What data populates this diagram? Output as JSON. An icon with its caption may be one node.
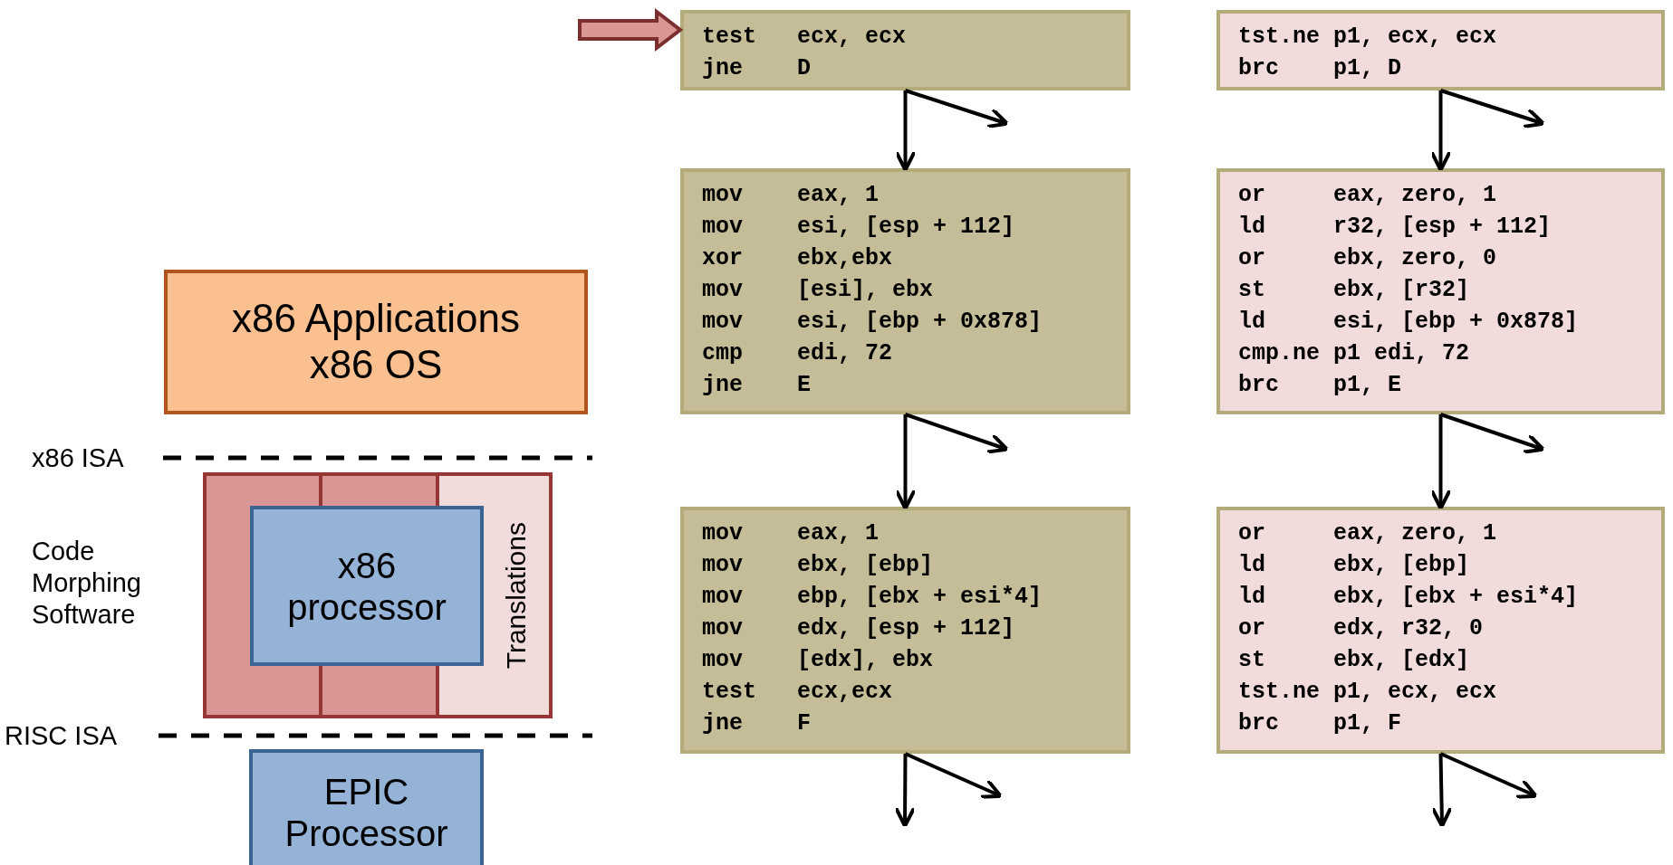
{
  "diagram": {
    "nodes": [
      {
        "text": [
          "x86 Applications",
          "x86 OS"
        ]
      },
      {
        "text": [],
        "shape": "box"
      },
      {
        "text": [
          "Translations"
        ],
        "in": 1
      },
      {
        "text": [
          "x86 processor"
        ],
        "in": 1
      },
      {
        "text": [
          "EPIC Processor"
        ]
      },
      {
        "text": [
          "test   ecx, ecx",
          "jne    D"
        ]
      },
      {
        "text": [
          "mov    eax, 1",
          "mov    esi, [esp + 112]",
          "xor    ebx,ebx",
          "mov    [esi], ebx",
          "mov    esi, [ebp + 0x878]",
          "cmp    edi, 72",
          "jne    E"
        ]
      },
      {
        "text": [
          "mov    eax, 1",
          "mov    ebx, [ebp]",
          "mov    ebp, [ebx + esi*4]",
          "mov    edx, [esp + 112]",
          "mov    [edx], ebx",
          "test   ecx,ecx",
          "jne    F"
        ]
      },
      {
        "text": [
          "tst.ne p1, ecx, ecx",
          "brc    p1, D"
        ]
      },
      {
        "text": [
          "or     eax, zero, 1",
          "ld     r32, [esp + 112]",
          "or     ebx, zero, 0",
          "st     ebx, [r32]",
          "ld     esi, [ebp + 0x878]",
          "cmp.ne p1 edi, 72",
          "brc    p1, E"
        ]
      },
      {
        "text": [
          "or     eax, zero, 1",
          "ld     ebx, [ebp]",
          "ld     ebx, [ebx + esi*4]",
          "or     edx, r32, 0",
          "st     ebx, [edx]",
          "tst.ne p1, ecx, ecx",
          "brc    p1, F"
        ]
      }
    ],
    "edges": [
      {
        "from": null,
        "to": 5,
        "arrow": "to",
        "style": "thick",
        "color": "#d99694"
      },
      {
        "from": 5,
        "to": 6,
        "arrow": "to"
      },
      {
        "from": 5,
        "to": null,
        "arrow": "to"
      },
      {
        "from": 6,
        "to": 7,
        "arrow": "to"
      },
      {
        "from": 6,
        "to": null,
        "arrow": "to"
      },
      {
        "from": 7,
        "to": null,
        "arrow": "to"
      },
      {
        "from": 7,
        "to": null,
        "arrow": "to"
      },
      {
        "from": 8,
        "to": 9,
        "arrow": "to"
      },
      {
        "from": 8,
        "to": null,
        "arrow": "to"
      },
      {
        "from": 9,
        "to": 10,
        "arrow": "to"
      },
      {
        "from": 9,
        "to": null,
        "arrow": "to"
      },
      {
        "from": 10,
        "to": null,
        "arrow": "to"
      },
      {
        "from": 10,
        "to": null,
        "arrow": "to"
      }
    ],
    "labels": [
      "x86 ISA",
      "Code Morphing Software",
      "RISC ISA"
    ]
  }
}
